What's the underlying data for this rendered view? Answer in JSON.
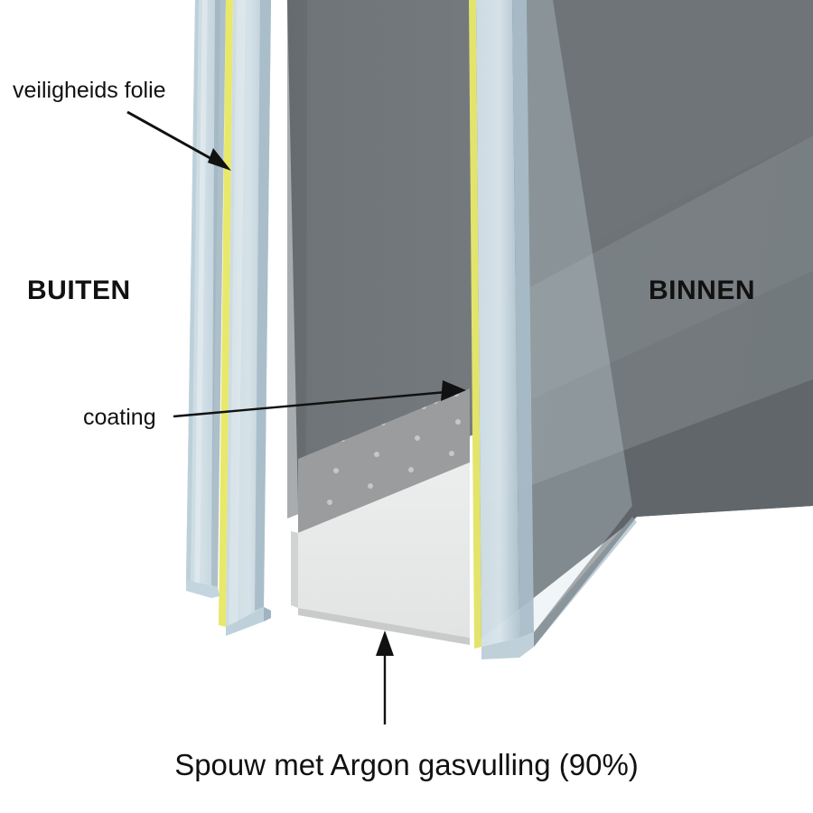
{
  "diagram": {
    "title_type": "glazing-cross-section",
    "background_color": "#ffffff",
    "labels": {
      "safety_film": "veiligheids folie",
      "coating": "coating",
      "outside": "BUITEN",
      "inside": "BINNEN",
      "cavity_caption": "Spouw met Argon gasvulling (90%)"
    },
    "colors": {
      "glass_light": "#cfdde4",
      "glass_mid": "#b9ccd6",
      "glass_edge": "#a7bcc7",
      "film_yellow": "#e8e86a",
      "coating_yellow": "#e3e46b",
      "cavity_dark": "#6d7175",
      "cavity_mid": "#7c8185",
      "inner_face": "#6f7478",
      "inner_band": "#636a6e",
      "spacer_top": "#9b9c9e",
      "spacer_face": "#e9eaea",
      "spacer_side": "#d2d4d4",
      "text": "#111111",
      "arrow": "#111111"
    },
    "components": [
      {
        "name": "outer-laminated-pane",
        "description": "laminated safety glass, two leaves with film"
      },
      {
        "name": "safety-film-line",
        "description": "yellow PVB interlayer line"
      },
      {
        "name": "argon-cavity",
        "description": "gas filled cavity"
      },
      {
        "name": "spacer-bar",
        "description": "perforated desiccant spacer at bottom"
      },
      {
        "name": "inner-pane",
        "description": "inner glass pane with low-e coating"
      },
      {
        "name": "coating-line",
        "description": "yellow low-e coating line on inner pane"
      }
    ]
  }
}
